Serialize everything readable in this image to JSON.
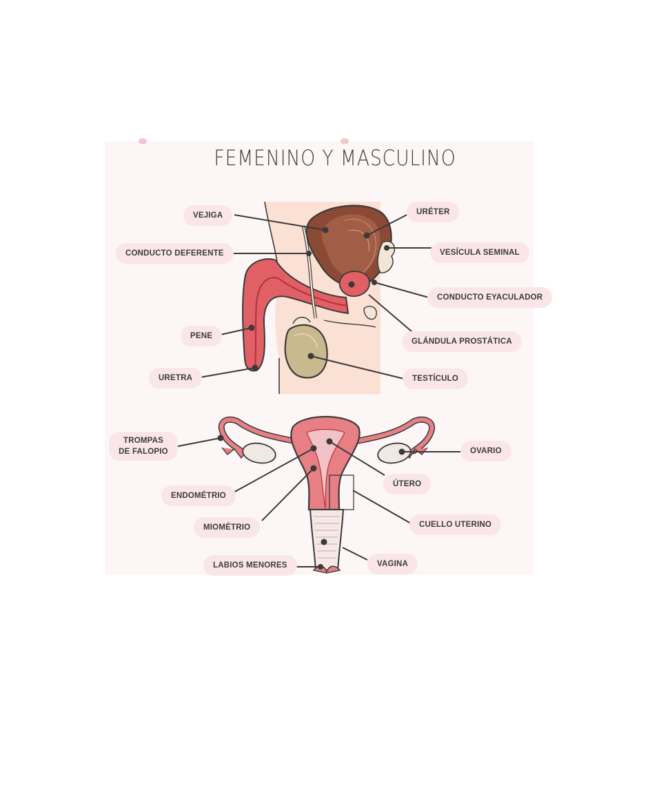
{
  "title": "FEMENINO Y MASCULINO",
  "labels": {
    "vejiga": "VEJIGA",
    "conducto_deferente": "CONDUCTO DEFERENTE",
    "pene": "PENE",
    "uretra": "URETRA",
    "ureter": "URÉTER",
    "vesicula_seminal": "VESÍCULA SEMINAL",
    "conducto_eyaculador": "CONDUCTO EYACULADOR",
    "glandula_prostatica": "GLÁNDULA PROSTÁTICA",
    "testiculo": "TESTÍCULO",
    "trompas_de_falopio": "TROMPAS DE FALOPIO",
    "endometrio": "ENDOMÉTRIO",
    "miometrio": "MIOMÉTRIO",
    "labios_menores": "LABIOS MENORES",
    "ovario": "OVARIO",
    "utero": "ÚTERO",
    "cuello_uterino": "CUELLO UTERINO",
    "vagina": "VAGINA"
  },
  "colors": {
    "card": "#fdf6f6",
    "label_bg": "#fae6e8",
    "skin": "#fbe0d4",
    "bladder": "#8a4a35",
    "penis": "#e06066",
    "testicle": "#c9b98f",
    "uterus": "#e77f84",
    "outline": "#3a3a3a"
  }
}
